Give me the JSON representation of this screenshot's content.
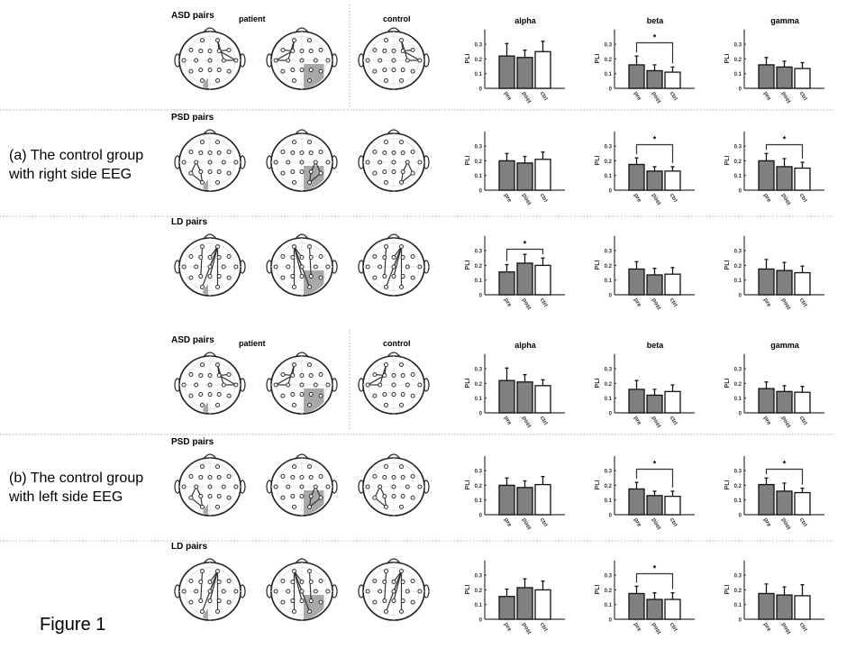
{
  "figure_label": "Figure 1",
  "panels": [
    {
      "label_line1": "(a) The control group",
      "label_line2": "with right side EEG",
      "control_side": "right"
    },
    {
      "label_line1": "(b) The control group",
      "label_line2": "with left side EEG",
      "control_side": "left"
    }
  ],
  "header": {
    "patient": "patient",
    "control": "control"
  },
  "bands": [
    "alpha",
    "beta",
    "gamma"
  ],
  "row_types": [
    "ASD pairs",
    "PSD pairs",
    "LD pairs"
  ],
  "colors": {
    "patient_bar": "#808080",
    "control_bar": "#ffffff",
    "axis": "#333333"
  },
  "chart_data": [
    {
      "panel": "a",
      "row": "ASD pairs",
      "band": "alpha",
      "type": "bar",
      "categories": [
        "pre",
        "post",
        "ctrl"
      ],
      "values": [
        0.22,
        0.21,
        0.25
      ],
      "errors": [
        0.085,
        0.05,
        0.07
      ],
      "ylabel": "PLI",
      "yticks": [
        "0",
        "0.1",
        "0.2",
        "0.3"
      ],
      "ylim": [
        0,
        0.4
      ],
      "significance": null
    },
    {
      "panel": "a",
      "row": "ASD pairs",
      "band": "beta",
      "type": "bar",
      "categories": [
        "pre",
        "post",
        "ctrl"
      ],
      "values": [
        0.16,
        0.12,
        0.11
      ],
      "errors": [
        0.06,
        0.04,
        0.035
      ],
      "ylabel": "PLI",
      "yticks": [
        "0",
        "0.1",
        "0.2",
        "0.3"
      ],
      "ylim": [
        0,
        0.4
      ],
      "significance": {
        "pair": [
          "pre",
          "ctrl"
        ],
        "mark": "*"
      }
    },
    {
      "panel": "a",
      "row": "ASD pairs",
      "band": "gamma",
      "type": "bar",
      "categories": [
        "pre",
        "post",
        "ctrl"
      ],
      "values": [
        0.16,
        0.145,
        0.135
      ],
      "errors": [
        0.05,
        0.04,
        0.04
      ],
      "ylabel": "PLI",
      "yticks": [
        "0",
        "0.1",
        "0.2",
        "0.3"
      ],
      "ylim": [
        0,
        0.4
      ],
      "significance": null
    },
    {
      "panel": "a",
      "row": "PSD pairs",
      "band": "alpha",
      "type": "bar",
      "categories": [
        "pre",
        "post",
        "ctrl"
      ],
      "values": [
        0.2,
        0.185,
        0.21
      ],
      "errors": [
        0.05,
        0.045,
        0.05
      ],
      "ylabel": "PLI",
      "yticks": [
        "0",
        "0.1",
        "0.2",
        "0.3"
      ],
      "ylim": [
        0,
        0.4
      ],
      "significance": null
    },
    {
      "panel": "a",
      "row": "PSD pairs",
      "band": "beta",
      "type": "bar",
      "categories": [
        "pre",
        "post",
        "ctrl"
      ],
      "values": [
        0.175,
        0.13,
        0.13
      ],
      "errors": [
        0.045,
        0.03,
        0.03
      ],
      "ylabel": "PLI",
      "yticks": [
        "0",
        "0.1",
        "0.2",
        "0.3"
      ],
      "ylim": [
        0,
        0.4
      ],
      "significance": {
        "pair": [
          "pre",
          "ctrl"
        ],
        "mark": "*"
      }
    },
    {
      "panel": "a",
      "row": "PSD pairs",
      "band": "gamma",
      "type": "bar",
      "categories": [
        "pre",
        "post",
        "ctrl"
      ],
      "values": [
        0.2,
        0.16,
        0.15
      ],
      "errors": [
        0.05,
        0.055,
        0.04
      ],
      "ylabel": "PLI",
      "yticks": [
        "0",
        "0.1",
        "0.2",
        "0.3"
      ],
      "ylim": [
        0,
        0.4
      ],
      "significance": {
        "pair": [
          "pre",
          "ctrl"
        ],
        "mark": "*"
      }
    },
    {
      "panel": "a",
      "row": "LD pairs",
      "band": "alpha",
      "type": "bar",
      "categories": [
        "pre",
        "post",
        "ctrl"
      ],
      "values": [
        0.155,
        0.215,
        0.2
      ],
      "errors": [
        0.05,
        0.06,
        0.05
      ],
      "ylabel": "PLI",
      "yticks": [
        "0",
        "0.1",
        "0.2",
        "0.3"
      ],
      "ylim": [
        0,
        0.4
      ],
      "significance": {
        "pair": [
          "pre",
          "ctrl"
        ],
        "mark": "*"
      }
    },
    {
      "panel": "a",
      "row": "LD pairs",
      "band": "beta",
      "type": "bar",
      "categories": [
        "pre",
        "post",
        "ctrl"
      ],
      "values": [
        0.175,
        0.135,
        0.14
      ],
      "errors": [
        0.05,
        0.045,
        0.045
      ],
      "ylabel": "PLI",
      "yticks": [
        "0",
        "0.1",
        "0.2",
        "0.3"
      ],
      "ylim": [
        0,
        0.4
      ],
      "significance": null
    },
    {
      "panel": "a",
      "row": "LD pairs",
      "band": "gamma",
      "type": "bar",
      "categories": [
        "pre",
        "post",
        "ctrl"
      ],
      "values": [
        0.175,
        0.165,
        0.15
      ],
      "errors": [
        0.065,
        0.055,
        0.045
      ],
      "ylabel": "PLI",
      "yticks": [
        "0",
        "0.1",
        "0.2",
        "0.3"
      ],
      "ylim": [
        0,
        0.4
      ],
      "significance": null
    },
    {
      "panel": "b",
      "row": "ASD pairs",
      "band": "alpha",
      "type": "bar",
      "categories": [
        "pre",
        "post",
        "ctrl"
      ],
      "values": [
        0.22,
        0.21,
        0.185
      ],
      "errors": [
        0.085,
        0.05,
        0.04
      ],
      "ylabel": "PLI",
      "yticks": [
        "0",
        "0.1",
        "0.2",
        "0.3"
      ],
      "ylim": [
        0,
        0.4
      ],
      "significance": null
    },
    {
      "panel": "b",
      "row": "ASD pairs",
      "band": "beta",
      "type": "bar",
      "categories": [
        "pre",
        "post",
        "ctrl"
      ],
      "values": [
        0.16,
        0.12,
        0.145
      ],
      "errors": [
        0.06,
        0.04,
        0.045
      ],
      "ylabel": "PLI",
      "yticks": [
        "0",
        "0.1",
        "0.2",
        "0.3"
      ],
      "ylim": [
        0,
        0.4
      ],
      "significance": null
    },
    {
      "panel": "b",
      "row": "ASD pairs",
      "band": "gamma",
      "type": "bar",
      "categories": [
        "pre",
        "post",
        "ctrl"
      ],
      "values": [
        0.165,
        0.145,
        0.14
      ],
      "errors": [
        0.045,
        0.04,
        0.04
      ],
      "ylabel": "PLI",
      "yticks": [
        "0",
        "0.1",
        "0.2",
        "0.3"
      ],
      "ylim": [
        0,
        0.4
      ],
      "significance": null
    },
    {
      "panel": "b",
      "row": "PSD pairs",
      "band": "alpha",
      "type": "bar",
      "categories": [
        "pre",
        "post",
        "ctrl"
      ],
      "values": [
        0.2,
        0.185,
        0.205
      ],
      "errors": [
        0.05,
        0.045,
        0.055
      ],
      "ylabel": "PLI",
      "yticks": [
        "0",
        "0.1",
        "0.2",
        "0.3"
      ],
      "ylim": [
        0,
        0.4
      ],
      "significance": null
    },
    {
      "panel": "b",
      "row": "PSD pairs",
      "band": "beta",
      "type": "bar",
      "categories": [
        "pre",
        "post",
        "ctrl"
      ],
      "values": [
        0.175,
        0.13,
        0.125
      ],
      "errors": [
        0.045,
        0.03,
        0.035
      ],
      "ylabel": "PLI",
      "yticks": [
        "0",
        "0.1",
        "0.2",
        "0.3"
      ],
      "ylim": [
        0,
        0.4
      ],
      "significance": {
        "pair": [
          "pre",
          "ctrl"
        ],
        "mark": "*"
      }
    },
    {
      "panel": "b",
      "row": "PSD pairs",
      "band": "gamma",
      "type": "bar",
      "categories": [
        "pre",
        "post",
        "ctrl"
      ],
      "values": [
        0.205,
        0.16,
        0.15
      ],
      "errors": [
        0.045,
        0.055,
        0.03
      ],
      "ylabel": "PLI",
      "yticks": [
        "0",
        "0.1",
        "0.2",
        "0.3"
      ],
      "ylim": [
        0,
        0.4
      ],
      "significance": {
        "pair": [
          "pre",
          "ctrl"
        ],
        "mark": "*"
      }
    },
    {
      "panel": "b",
      "row": "LD pairs",
      "band": "alpha",
      "type": "bar",
      "categories": [
        "pre",
        "post",
        "ctrl"
      ],
      "values": [
        0.155,
        0.215,
        0.2
      ],
      "errors": [
        0.05,
        0.06,
        0.06
      ],
      "ylabel": "PLI",
      "yticks": [
        "0",
        "0.1",
        "0.2",
        "0.3"
      ],
      "ylim": [
        0,
        0.4
      ],
      "significance": null
    },
    {
      "panel": "b",
      "row": "LD pairs",
      "band": "beta",
      "type": "bar",
      "categories": [
        "pre",
        "post",
        "ctrl"
      ],
      "values": [
        0.175,
        0.135,
        0.135
      ],
      "errors": [
        0.05,
        0.045,
        0.045
      ],
      "ylabel": "PLI",
      "yticks": [
        "0",
        "0.1",
        "0.2",
        "0.3"
      ],
      "ylim": [
        0,
        0.4
      ],
      "significance": {
        "pair": [
          "pre",
          "ctrl"
        ],
        "mark": "*"
      }
    },
    {
      "panel": "b",
      "row": "LD pairs",
      "band": "gamma",
      "type": "bar",
      "categories": [
        "pre",
        "post",
        "ctrl"
      ],
      "values": [
        0.175,
        0.165,
        0.16
      ],
      "errors": [
        0.065,
        0.055,
        0.075
      ],
      "ylabel": "PLI",
      "yticks": [
        "0",
        "0.1",
        "0.2",
        "0.3"
      ],
      "ylim": [
        0,
        0.4
      ],
      "significance": null
    }
  ]
}
